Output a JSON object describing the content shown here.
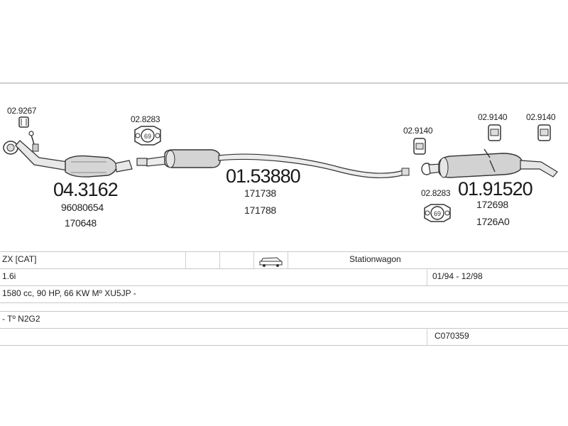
{
  "parts": {
    "catalytic_converter": {
      "number": "04.3162",
      "ref1": "96080654",
      "ref2": "170648",
      "clamp": "02.9267"
    },
    "middle_silencer": {
      "number": "01.53880",
      "ref1": "171738",
      "ref2": "171788",
      "gasket": "02.8283"
    },
    "rear_silencer": {
      "number": "01.91520",
      "ref1": "172698",
      "ref2": "1726A0",
      "mount_left": "02.9140",
      "mount_mid": "02.9140",
      "mount_right": "02.9140",
      "gasket": "02.8283"
    }
  },
  "gasket_badge": "69",
  "vehicle_table": {
    "model": "ZX  [CAT]",
    "body_icon": "station-wagon-icon",
    "body": "Stationwagon",
    "engine": "1.6i",
    "years": "01/94 - 12/98",
    "specs": "1580 cc, 90 HP, 66 KW Mº XU5JP -",
    "extra": "- Tº N2G2",
    "code": "C070359"
  }
}
